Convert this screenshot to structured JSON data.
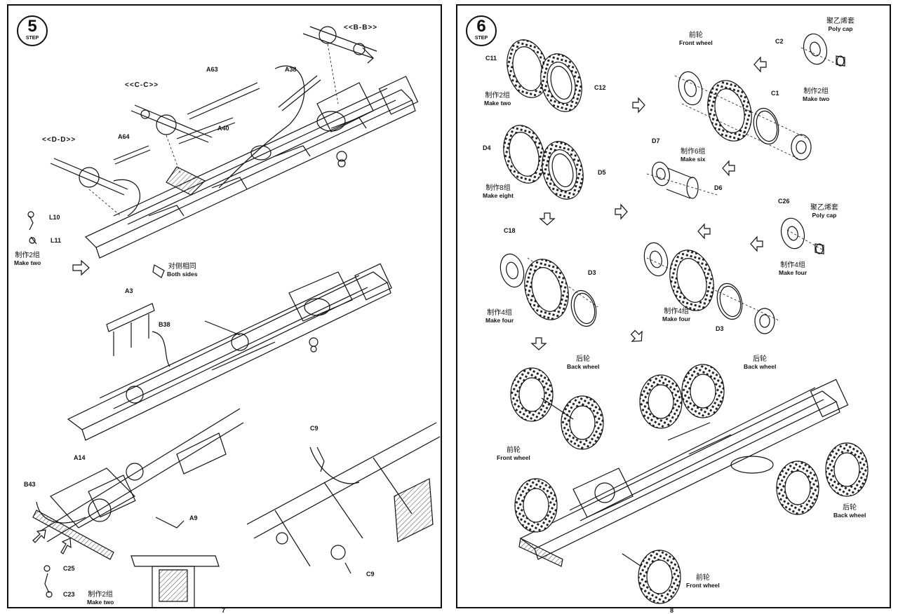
{
  "step5": {
    "step_number": "5",
    "step_word": "STEP",
    "sections": {
      "bb": "<<B-B>>",
      "cc": "<<C-C>>",
      "dd": "<<D-D>>"
    },
    "parts": {
      "a63": "A63",
      "a38": "A38",
      "a40": "A40",
      "a64": "A64",
      "l10": "L10",
      "l11": "L11",
      "a3": "A3",
      "b38": "B38",
      "a14": "A14",
      "b43": "B43",
      "a9": "A9",
      "c9_top": "C9",
      "c9_bottom": "C9",
      "c25": "C25",
      "c23": "C23"
    },
    "notes": {
      "make_two_l_cn": "制作2组",
      "make_two_l_en": "Make two",
      "both_sides_cn": "对侧相同",
      "both_sides_en": "Both sides",
      "make_two_c_cn": "制作2组",
      "make_two_c_en": "Make two"
    },
    "page_number": "7"
  },
  "step6": {
    "step_number": "6",
    "step_word": "STEP",
    "parts": {
      "c11": "C11",
      "c12": "C12",
      "c2": "C2",
      "c1": "C1",
      "d4": "D4",
      "d5": "D5",
      "d7": "D7",
      "d6": "D6",
      "c26": "C26",
      "c18": "C18",
      "d3_left": "D3",
      "d3_right": "D3"
    },
    "notes": {
      "front_wheel_top_cn": "前轮",
      "front_wheel_top_en": "Front wheel",
      "poly_cap_top_cn": "聚乙烯套",
      "poly_cap_top_en": "Poly cap",
      "make_two_a_cn": "制作2组",
      "make_two_a_en": "Make two",
      "make_two_b_cn": "制作2组",
      "make_two_b_en": "Make two",
      "make_eight_cn": "制作8组",
      "make_eight_en": "Make eight",
      "make_six_cn": "制作6组",
      "make_six_en": "Make six",
      "poly_cap_mid_cn": "聚乙烯套",
      "poly_cap_mid_en": "Poly cap",
      "make_four_a_cn": "制作4组",
      "make_four_a_en": "Make four",
      "make_four_b_cn": "制作4组",
      "make_four_b_en": "Make four",
      "make_four_c_cn": "制作4组",
      "make_four_c_en": "Make four",
      "back_wheel_a_cn": "后轮",
      "back_wheel_a_en": "Back wheel",
      "back_wheel_b_cn": "后轮",
      "back_wheel_b_en": "Back wheel",
      "back_wheel_c_cn": "后轮",
      "back_wheel_c_en": "Back wheel",
      "front_wheel_mid_cn": "前轮",
      "front_wheel_mid_en": "Front wheel",
      "front_wheel_bot_cn": "前轮",
      "front_wheel_bot_en": "Front wheel"
    },
    "page_number": "8"
  }
}
